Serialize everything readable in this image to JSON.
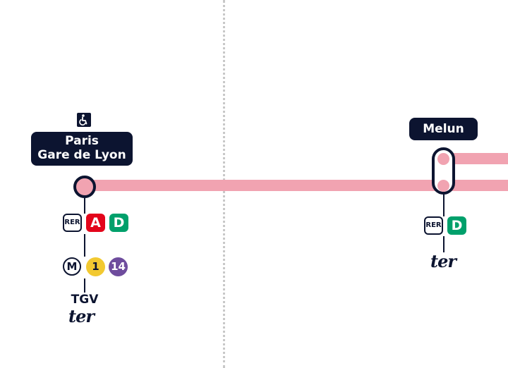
{
  "map": {
    "line_color": "#f1a3b1",
    "label_bg": "#0c1430",
    "stations": {
      "paris": {
        "name_line1": "Paris",
        "name_line2": "Gare de Lyon",
        "accessibility_icon": "wheelchair-icon",
        "rer_label": "RER",
        "rer_lines": [
          {
            "label": "A",
            "color": "#e3051b"
          },
          {
            "label": "D",
            "color": "#00a06b"
          }
        ],
        "metro_label": "M",
        "metro_lines": [
          {
            "label": "1",
            "color": "#f2c931"
          },
          {
            "label": "14",
            "color": "#6e4c9d"
          }
        ],
        "tgv_label": "TGV",
        "ter_label": "ter"
      },
      "melun": {
        "name": "Melun",
        "rer_label": "RER",
        "rer_lines": [
          {
            "label": "D",
            "color": "#00a06b"
          }
        ],
        "ter_label": "ter"
      }
    }
  }
}
